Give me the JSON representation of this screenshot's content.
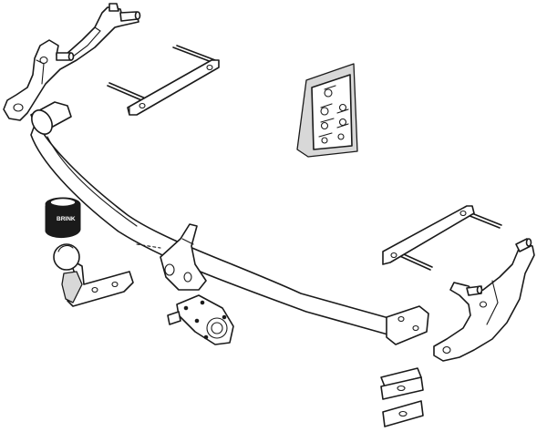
{
  "diagram": {
    "parts": [
      {
        "id": "mounting-bracket-left",
        "kind": "bracket"
      },
      {
        "id": "bolt-plate-left",
        "kind": "plate"
      },
      {
        "id": "hardware-bag",
        "kind": "bag"
      },
      {
        "id": "crossbar",
        "kind": "tube"
      },
      {
        "id": "wiring-socket",
        "kind": "socket",
        "label": "BRINK"
      },
      {
        "id": "tow-ball-neck",
        "kind": "ball"
      },
      {
        "id": "socket-plate",
        "kind": "plate"
      },
      {
        "id": "bolt-plate-right",
        "kind": "plate"
      },
      {
        "id": "mounting-bracket-right",
        "kind": "bracket"
      },
      {
        "id": "spacer-plates",
        "kind": "spacer"
      }
    ],
    "colors": {
      "line": "#1a1a1a",
      "fill": "#ffffff",
      "shade": "#d8d8d8"
    }
  }
}
